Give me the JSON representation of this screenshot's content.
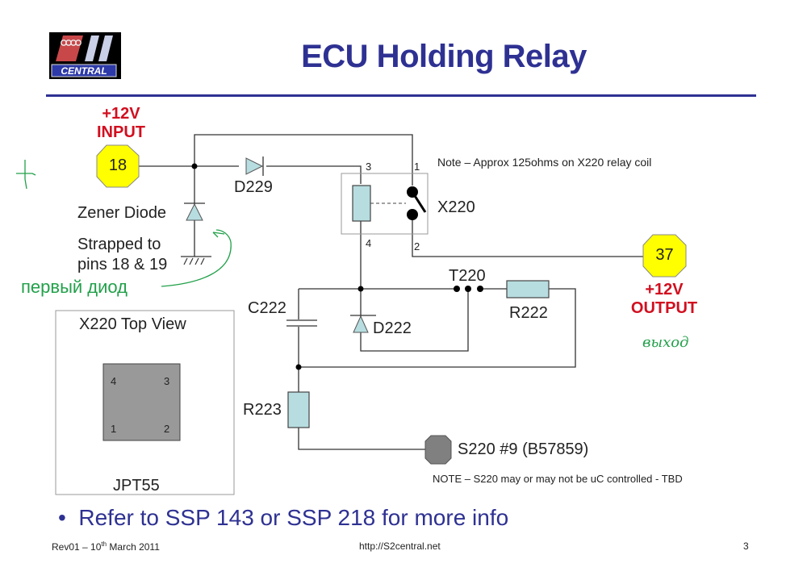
{
  "slide": {
    "title": "ECU Holding Relay",
    "logo_text": "CENTRAL",
    "bullet": "Refer to SSP 143 or SSP 218 for more info",
    "footer": {
      "revision": "Rev01 – 10",
      "revision_sup": "th",
      "revision_tail": " March 2011",
      "url": "http://S2central.net",
      "page_number": "3"
    }
  },
  "diagram": {
    "input": {
      "pin": "18",
      "voltage": "+12V",
      "label": "INPUT"
    },
    "output": {
      "pin": "37",
      "voltage": "+12V",
      "label": "OUTPUT"
    },
    "components": {
      "d229": "D229",
      "zener": "Zener Diode",
      "strap_line1": "Strapped to",
      "strap_line2": "pins 18 & 19",
      "x220": "X220",
      "x220_pins": {
        "p1": "1",
        "p2": "2",
        "p3": "3",
        "p4": "4"
      },
      "c222": "C222",
      "d222": "D222",
      "t220": "T220",
      "r222": "R222",
      "r223": "R223",
      "s220": "S220 #9 (B57859)"
    },
    "notes": {
      "relay_coil": "Note – Approx 125ohms on X220 relay coil",
      "s220": "NOTE – S220 may or may not be uC controlled - TBD"
    },
    "top_view": {
      "title": "X220 Top View",
      "part": "JPT55",
      "pins": {
        "top_left": "4",
        "top_right": "3",
        "bottom_left": "1",
        "bottom_right": "2"
      }
    },
    "handwritten": {
      "zener_annotation": "первый диод",
      "output_annotation": "выход"
    },
    "colors": {
      "title": "#2e3192",
      "io_label": "#d10f1f",
      "pin_badge": "#ffff00",
      "component_fill": "#b7dde0",
      "switch_fill": "#808080",
      "annotation": "#22a04a"
    }
  }
}
